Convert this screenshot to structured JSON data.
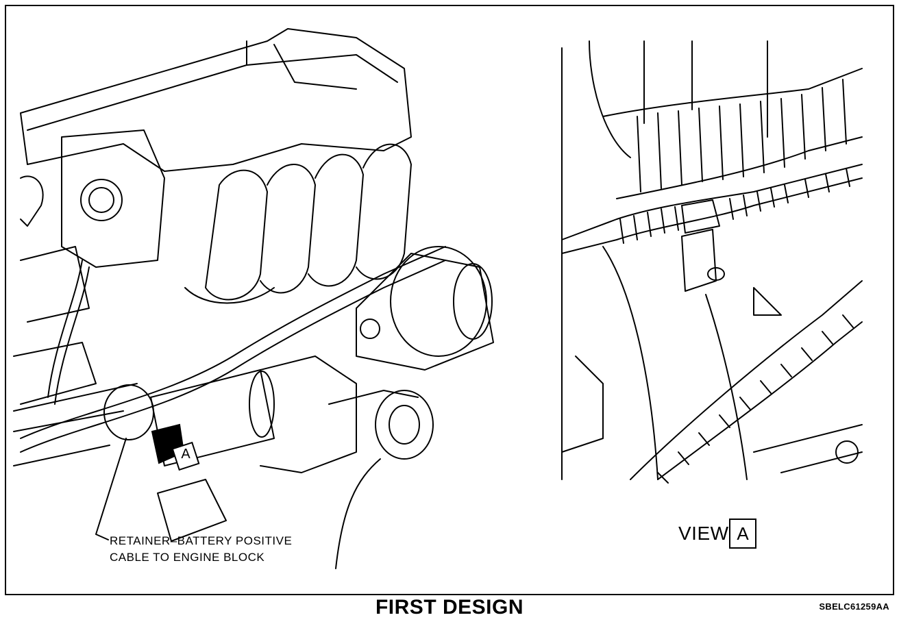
{
  "callout": {
    "line1": "RETAINER–BATTERY POSITIVE",
    "line2": "CABLE TO ENGINE BLOCK"
  },
  "view": {
    "text": "VIEW",
    "letter": "A"
  },
  "marker_letter": "A",
  "caption": "FIRST DESIGN",
  "figure_code": "SBELC61259AA"
}
